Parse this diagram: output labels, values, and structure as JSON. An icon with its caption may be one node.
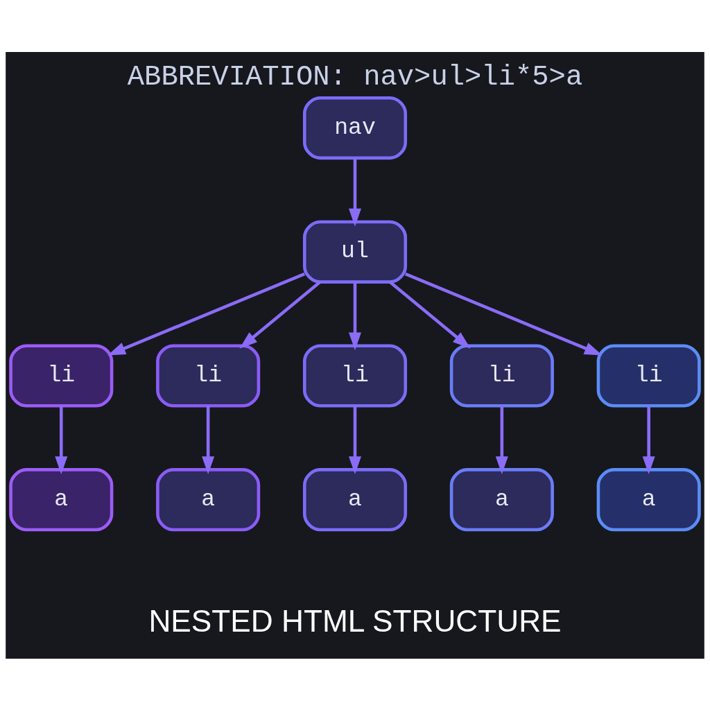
{
  "diagram": {
    "title": "ABBREVIATION: nav>ul>li*5>a",
    "caption": "NESTED HTML STRUCTURE",
    "nodes": [
      {
        "text": [
          "nav"
        ]
      },
      {
        "text": [
          "ul"
        ]
      },
      {
        "text": [
          "li"
        ]
      },
      {
        "text": [
          "li"
        ]
      },
      {
        "text": [
          "li"
        ]
      },
      {
        "text": [
          "li"
        ]
      },
      {
        "text": [
          "li"
        ]
      },
      {
        "text": [
          "a"
        ]
      },
      {
        "text": [
          "a"
        ]
      },
      {
        "text": [
          "a"
        ]
      },
      {
        "text": [
          "a"
        ]
      },
      {
        "text": [
          "a"
        ]
      }
    ],
    "edges": [
      {
        "from": 0,
        "to": 1,
        "arrow": "to"
      },
      {
        "from": 1,
        "to": 2,
        "arrow": "to"
      },
      {
        "from": 1,
        "to": 3,
        "arrow": "to"
      },
      {
        "from": 1,
        "to": 4,
        "arrow": "to"
      },
      {
        "from": 1,
        "to": 5,
        "arrow": "to"
      },
      {
        "from": 1,
        "to": 6,
        "arrow": "to"
      },
      {
        "from": 2,
        "to": 7,
        "arrow": "to"
      },
      {
        "from": 3,
        "to": 8,
        "arrow": "to"
      },
      {
        "from": 4,
        "to": 9,
        "arrow": "to"
      },
      {
        "from": 5,
        "to": 10,
        "arrow": "to"
      },
      {
        "from": 6,
        "to": 11,
        "arrow": "to"
      }
    ]
  }
}
